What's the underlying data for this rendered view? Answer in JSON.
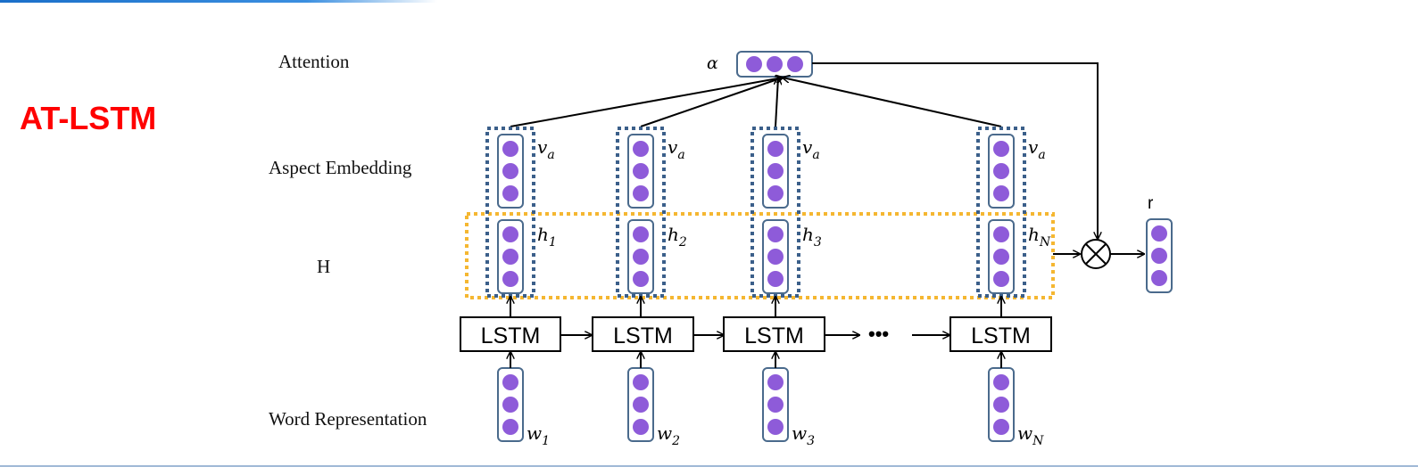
{
  "title": "AT-LSTM",
  "row_labels": {
    "attention": "Attention",
    "aspect": "Aspect Embedding",
    "hidden": "H",
    "word": "Word Representation"
  },
  "alpha_label": "α",
  "r_label": "r",
  "lstm_label": "LSTM",
  "ellipsis": "•••",
  "columns": [
    {
      "aspect": "v",
      "aspect_sub": "a",
      "hidden": "h",
      "hidden_sub": "1",
      "word": "w",
      "word_sub": "1"
    },
    {
      "aspect": "v",
      "aspect_sub": "a",
      "hidden": "h",
      "hidden_sub": "2",
      "word": "w",
      "word_sub": "2"
    },
    {
      "aspect": "v",
      "aspect_sub": "a",
      "hidden": "h",
      "hidden_sub": "3",
      "word": "w",
      "word_sub": "3"
    },
    {
      "aspect": "v",
      "aspect_sub": "a",
      "hidden": "h",
      "hidden_sub": "N",
      "word": "w",
      "word_sub": "N"
    }
  ],
  "colors": {
    "title": "#ff0000",
    "node": "#8e5bd9",
    "vector_border": "#4a6a8c",
    "dotted_aspect": "#3b5f8a",
    "dotted_hidden": "#f5b731",
    "line": "#000000"
  }
}
